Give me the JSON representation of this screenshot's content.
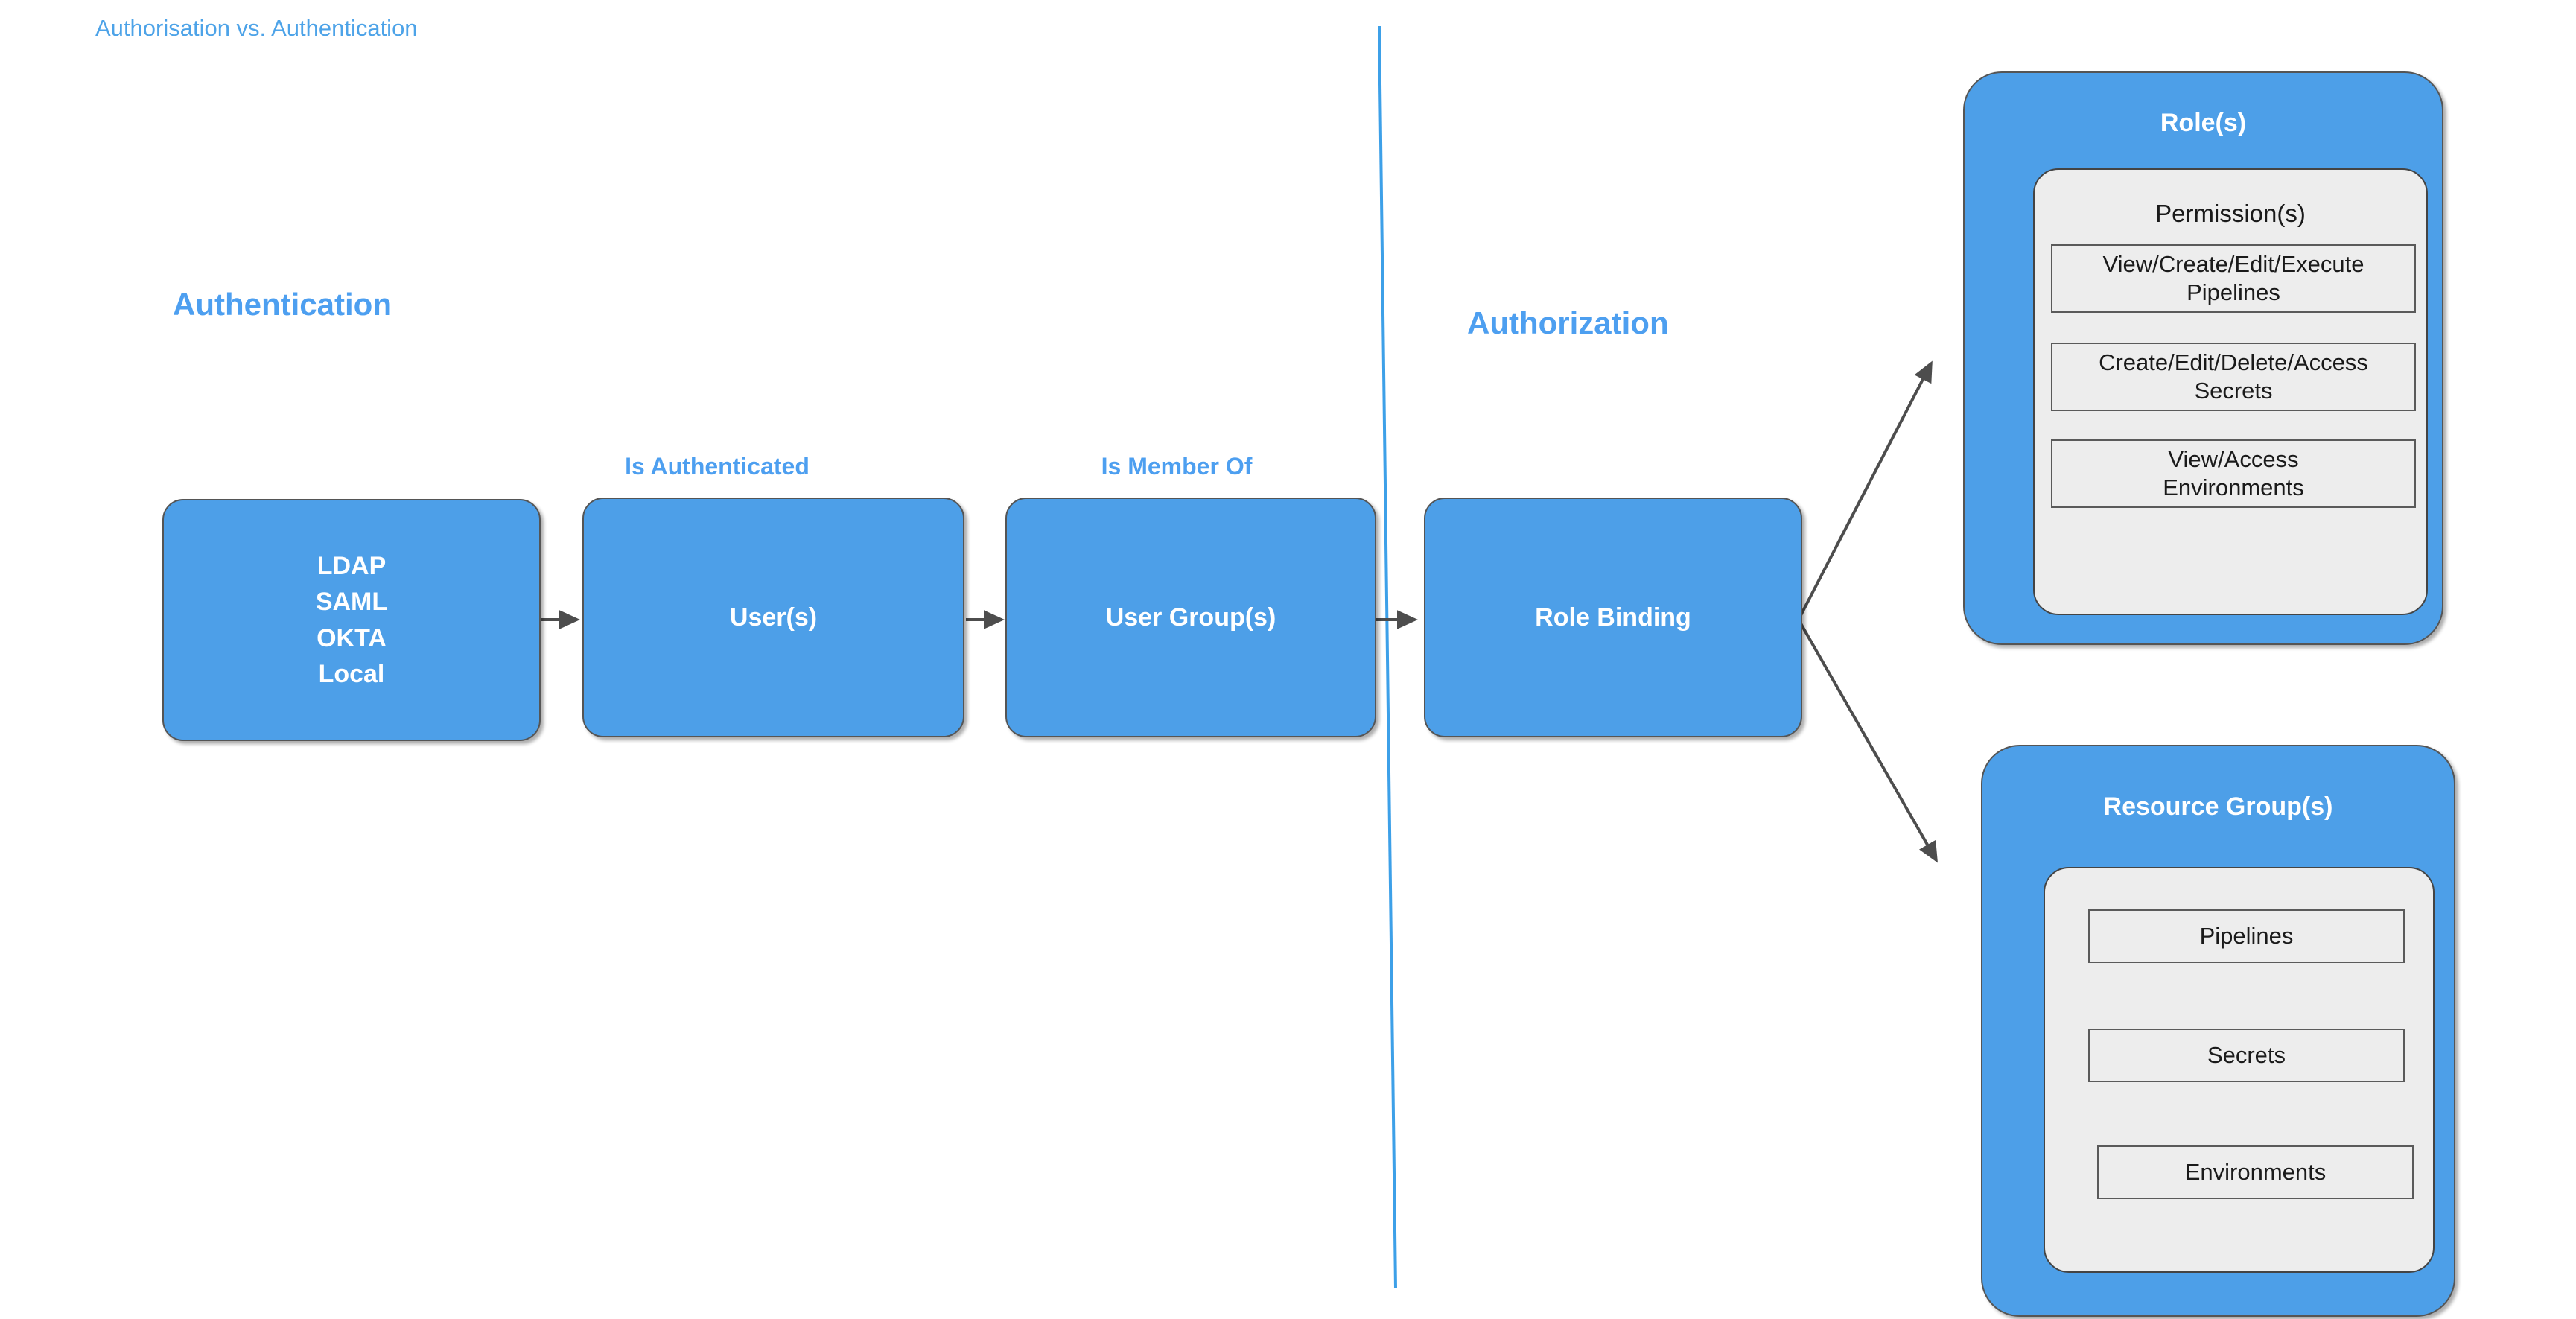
{
  "diagram": {
    "title": "Authorisation vs. Authentication",
    "colors": {
      "accent_blue": "#4d9fe8",
      "label_blue": "#4d9ff0",
      "title_blue": "#4da3e8",
      "panel_gray": "#ededed",
      "border_gray": "#555555",
      "arrow_gray": "#4d4d4d",
      "text_white": "#ffffff",
      "text_dark": "#1a1a1a"
    },
    "sections": [
      {
        "id": "authentication",
        "heading": "Authentication"
      },
      {
        "id": "authorization",
        "heading": "Authorization"
      }
    ],
    "flow": {
      "nodes": [
        {
          "id": "providers",
          "label": "LDAP\nSAML\nOKTA\nLocal"
        },
        {
          "id": "users",
          "label": "User(s)"
        },
        {
          "id": "user-groups",
          "label": "User Group(s)"
        },
        {
          "id": "role-binding",
          "label": "Role Binding"
        }
      ],
      "edge_labels": [
        {
          "id": "is-authenticated",
          "text": "Is Authenticated"
        },
        {
          "id": "is-member-of",
          "text": "Is Member Of"
        }
      ]
    },
    "groups": [
      {
        "id": "roles",
        "title": "Role(s)",
        "panel_heading": "Permission(s)",
        "items": [
          "View/Create/Edit/Execute\nPipelines",
          "Create/Edit/Delete/Access\nSecrets",
          "View/Access\nEnvironments"
        ]
      },
      {
        "id": "resource-groups",
        "title": "Resource Group(s)",
        "panel_heading": "",
        "items": [
          "Pipelines",
          "Secrets",
          "Environments"
        ]
      }
    ]
  }
}
